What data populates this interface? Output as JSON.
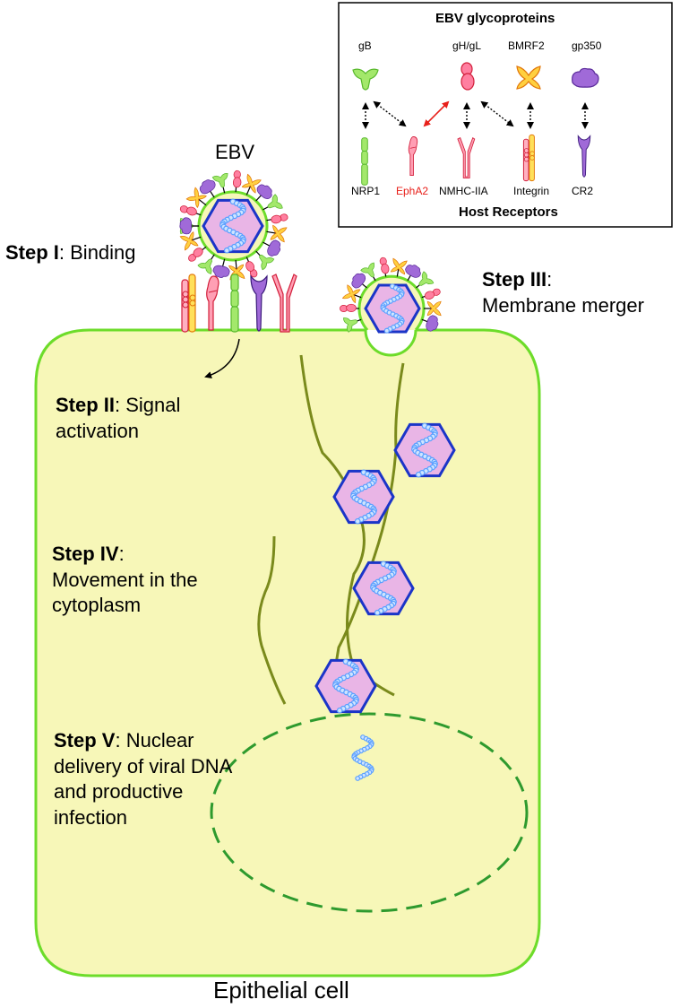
{
  "virion_label": "EBV",
  "cell_label": "Epithelial cell",
  "steps": {
    "s1": {
      "bold": "Step I",
      "rest": ": Binding"
    },
    "s2": {
      "bold": "Step II",
      "rest": ": Signal",
      "line2": "activation"
    },
    "s3": {
      "bold": "Step III",
      "rest": ":",
      "line2": "Membrane merger"
    },
    "s4": {
      "bold": "Step IV",
      "rest": ":",
      "line2": "Movement in the",
      "line3": "cytoplasm"
    },
    "s5": {
      "bold": "Step V",
      "rest": ": Nuclear",
      "line2": "delivery of viral DNA",
      "line3": "and productive",
      "line4": "infection"
    }
  },
  "legend": {
    "title": "EBV glycoproteins",
    "footer": "Host Receptors",
    "glycoproteins": [
      "gB",
      "gH/gL",
      "BMRF2",
      "gp350"
    ],
    "receptors": [
      {
        "name": "NRP1",
        "color": "#000000"
      },
      {
        "name": "EphA2",
        "color": "#e8201a"
      },
      {
        "name": "NMHC-IIA",
        "color": "#000000"
      },
      {
        "name": "Integrin",
        "color": "#000000"
      },
      {
        "name": "CR2",
        "color": "#000000"
      }
    ]
  },
  "colors": {
    "cell_fill": "#f7f7b8",
    "membrane": "#6ddc2a",
    "capsid_fill": "#e9b5e6",
    "capsid_edge": "#1b35c8",
    "dna": "#5aa0ff",
    "microtubule": "#7a8a1c",
    "nucleus": "#2e9a2e",
    "gB": "#a3e86b",
    "gHgL": "#ff7fa0",
    "BMRF2": "#ffd040",
    "gp350": "#a06ad8",
    "ephA2_arrow": "#e8201a"
  }
}
